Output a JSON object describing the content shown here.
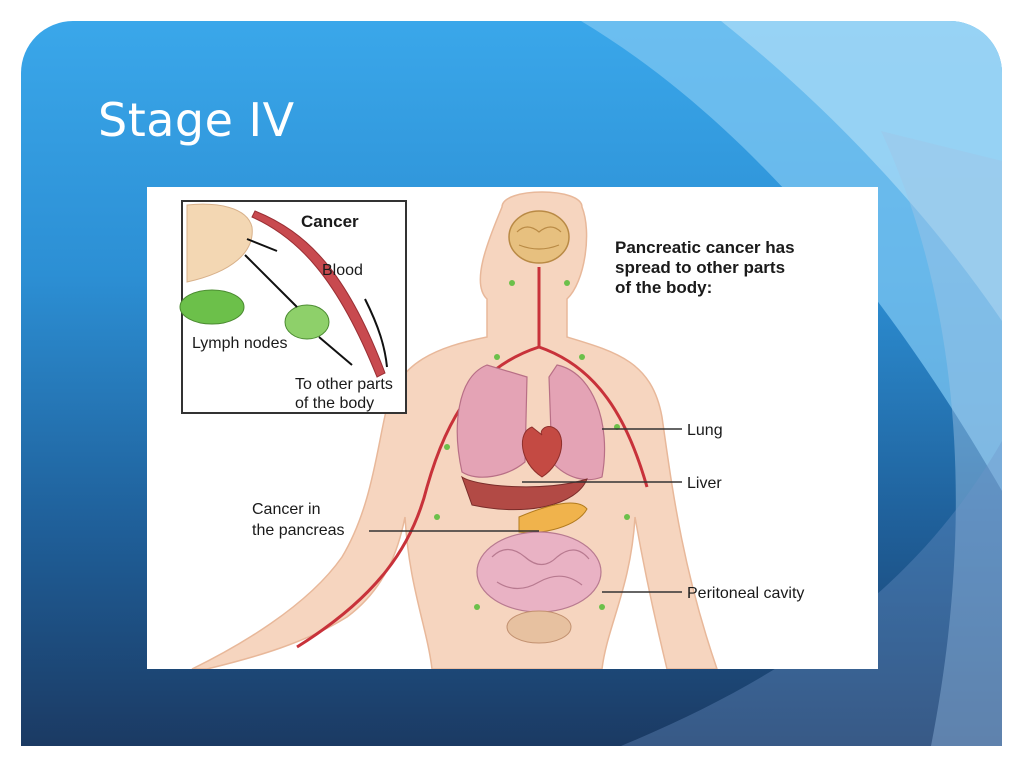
{
  "slide": {
    "title": "Stage IV"
  },
  "diagram": {
    "heading": [
      "Pancreatic cancer has",
      "spread to other parts",
      "of the body:"
    ],
    "inset": {
      "cancer": "Cancer",
      "blood": "Blood",
      "lymph": "Lymph nodes",
      "other": [
        "To other parts",
        "of the body"
      ]
    },
    "organs": {
      "lung": "Lung",
      "liver": "Liver",
      "pancreas": [
        "Cancer in",
        "the pancreas"
      ],
      "peritoneal": "Peritoneal cavity"
    }
  },
  "colors": {
    "slide_top": "#3aa7ea",
    "slide_bottom": "#1b3a63",
    "skin": "#f6d5bf",
    "artery": "#c8323a",
    "lymph_node": "#6cc04a"
  }
}
